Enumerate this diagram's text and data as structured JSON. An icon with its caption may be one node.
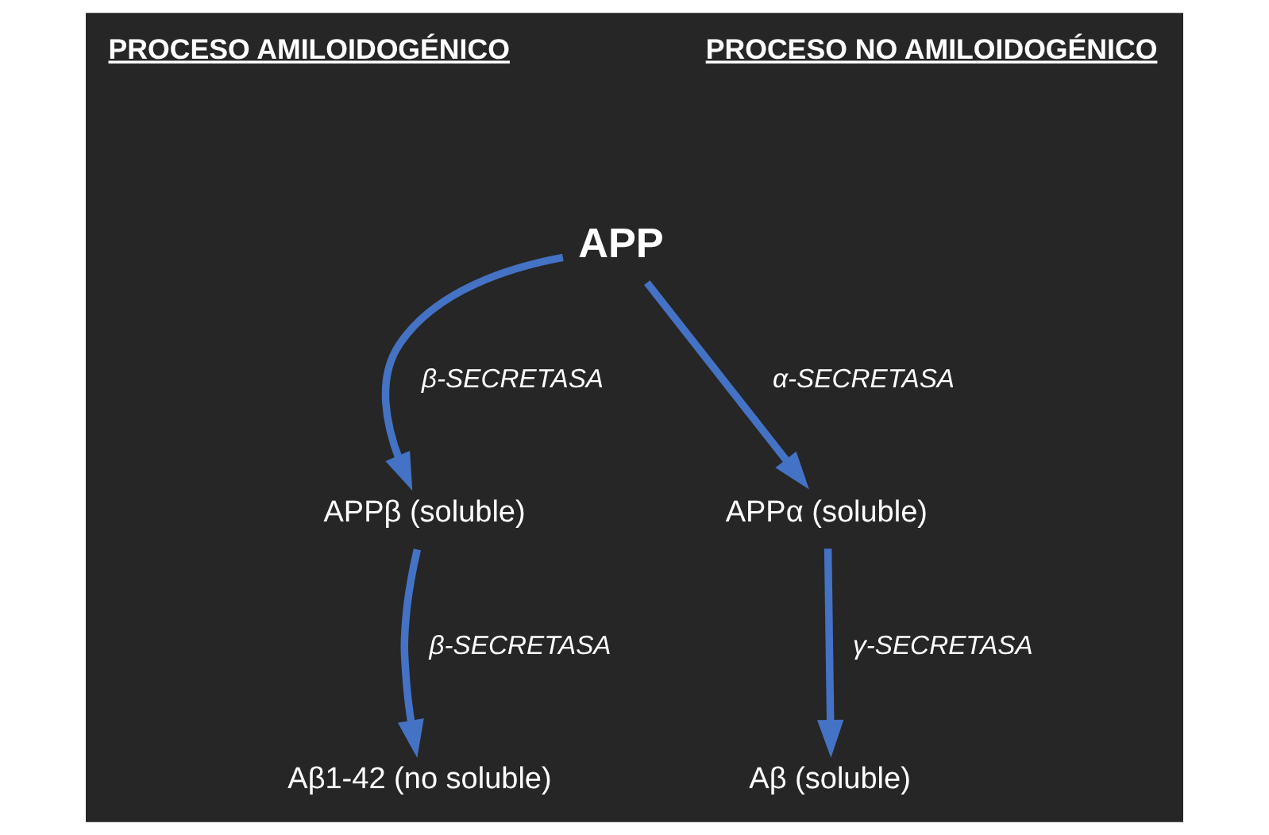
{
  "diagram": {
    "nodes": [
      {
        "text": [
          "APP"
        ]
      },
      {
        "text": [
          "APPβ (soluble)"
        ]
      },
      {
        "text": [
          "APPα (soluble)"
        ]
      },
      {
        "text": [
          "Aβ1-42 (no soluble)"
        ]
      },
      {
        "text": [
          "Aβ (soluble)"
        ]
      }
    ],
    "edges": [
      {
        "from": 0,
        "to": 1,
        "arrow": "to",
        "label": "β-SECRETASA"
      },
      {
        "from": 0,
        "to": 2,
        "arrow": "to",
        "label": "α-SECRETASA"
      },
      {
        "from": 1,
        "to": 3,
        "arrow": "to",
        "label": "β-SECRETASA"
      },
      {
        "from": 2,
        "to": 4,
        "arrow": "to",
        "label": "γ-SECRETASA"
      }
    ],
    "labels": [
      "PROCESO AMILOIDOGÉNICO",
      "PROCESO NO AMILOIDOGÉNICO"
    ]
  }
}
